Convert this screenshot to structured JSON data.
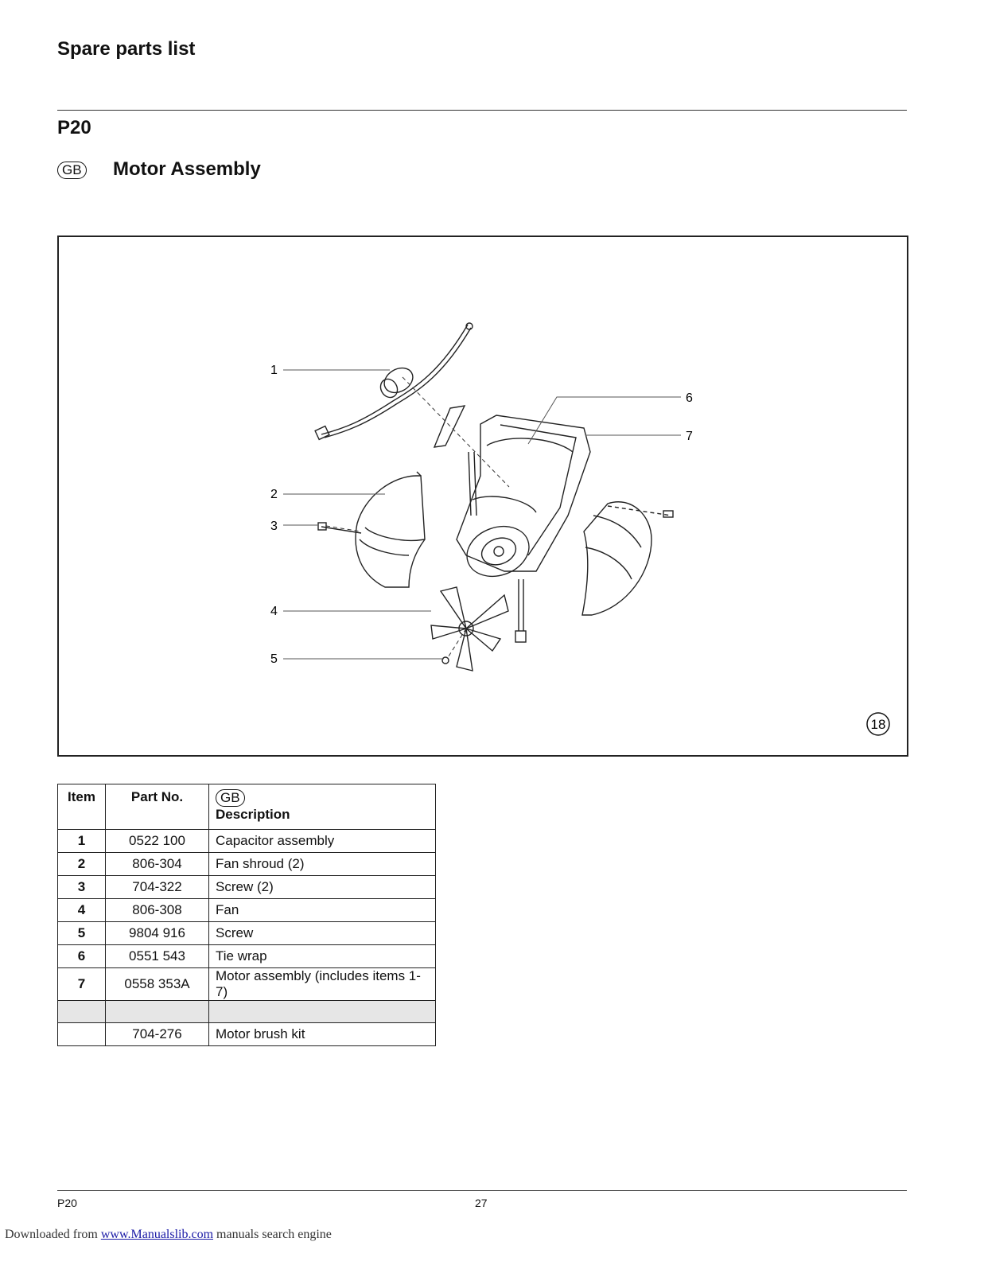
{
  "header": {
    "title": "Spare parts list",
    "model": "P20",
    "lang_code": "GB",
    "section_title": "Motor Assembly"
  },
  "figure": {
    "number": "18",
    "callouts": [
      "1",
      "2",
      "3",
      "4",
      "5",
      "6",
      "7"
    ]
  },
  "table": {
    "headers": {
      "item": "Item",
      "part_no": "Part No.",
      "lang_code": "GB",
      "description": "Description"
    },
    "rows": [
      {
        "item": "1",
        "part_no": "0522 100",
        "description": "Capacitor assembly"
      },
      {
        "item": "2",
        "part_no": "806-304",
        "description": "Fan shroud (2)"
      },
      {
        "item": "3",
        "part_no": "704-322",
        "description": "Screw (2)"
      },
      {
        "item": "4",
        "part_no": "806-308",
        "description": "Fan"
      },
      {
        "item": "5",
        "part_no": "9804 916",
        "description": "Screw"
      },
      {
        "item": "6",
        "part_no": "0551 543",
        "description": "Tie wrap"
      },
      {
        "item": "7",
        "part_no": "0558 353A",
        "description": "Motor assembly (includes items 1-7)"
      }
    ],
    "extra_row": {
      "item": "",
      "part_no": "704-276",
      "description": "Motor brush kit"
    }
  },
  "footer": {
    "model": "P20",
    "page": "27",
    "download_prefix": "Downloaded from ",
    "download_link": "www.Manualslib.com",
    "download_suffix": " manuals search engine"
  }
}
